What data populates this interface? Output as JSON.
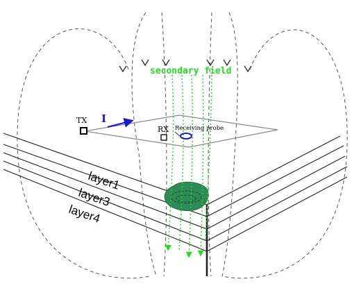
{
  "labels": {
    "secondary_field": "secondary field",
    "tx": "TX",
    "current": "I",
    "rx": "RX",
    "receiving_probe": "Receiving probe",
    "layer1": "layer1",
    "layer3": "layer3",
    "layer4": "layer4"
  },
  "colors": {
    "primary_field": "#555555",
    "secondary_field": "#22dd22",
    "current_arrow": "#1a1acc",
    "probe": "#1a1acc",
    "anomaly_fill": "#2e8b57",
    "layer_lines": "#222222",
    "survey_plane": "#888888"
  }
}
